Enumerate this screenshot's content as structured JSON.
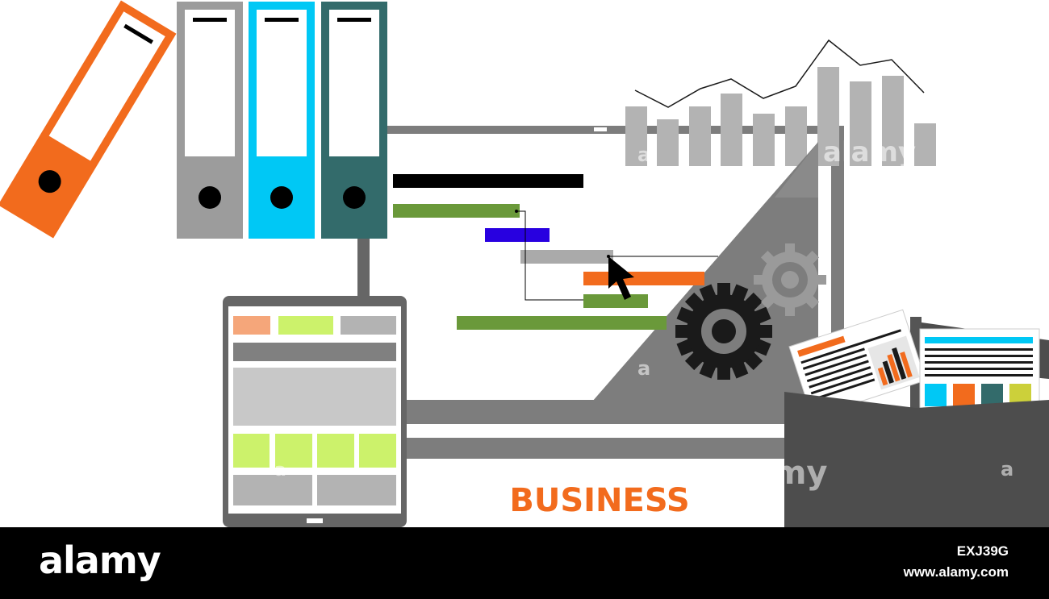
{
  "caption": {
    "text": "BUSINESS",
    "color": "#f26b1d"
  },
  "footer": {
    "logo": "alamy",
    "image_code": "EXJ39G",
    "url": "www.alamy.com"
  },
  "watermark": {
    "text": "alamy",
    "letter": "a"
  },
  "colors": {
    "orange": "#f26b1d",
    "gray": "#9c9c9c",
    "cyan": "#00c8f5",
    "teal": "#336b6b",
    "dark_gray": "#4d4d4d",
    "mid_gray": "#808080",
    "light_gray": "#c8c8c8",
    "green": "#6a993a",
    "blue": "#2800e0",
    "lime": "#ccf26b",
    "peach": "#f5a67a"
  },
  "icons": [
    "binder-icon",
    "gear-icon",
    "cursor-icon",
    "tablet-icon",
    "document-icon",
    "folder-icon",
    "bar-chart-icon",
    "gantt-chart-icon"
  ]
}
